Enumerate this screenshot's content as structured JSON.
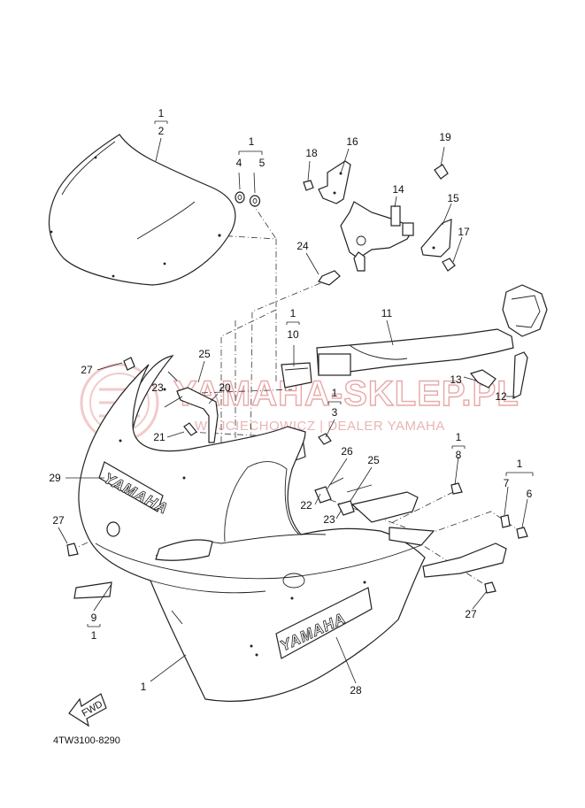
{
  "diagram": {
    "code": "4TW3100-8290",
    "fwd_arrow": "FWD",
    "logo_text_1": "YAMAHA",
    "logo_text_2": "YAMAHA",
    "watermark": {
      "main": "YAMAHA-SKLEP.PL",
      "sub": "WOJCIECHOWICZ | DEALER YAMAHA",
      "color": "#e07070"
    }
  },
  "callouts": {
    "c1a_top": "1",
    "c1a_bot": "2",
    "c1b_top": "1",
    "c1b_l": "4",
    "c1b_r": "5",
    "c18": "18",
    "c16": "16",
    "c19": "19",
    "c14": "14",
    "c15": "15",
    "c17": "17",
    "c24": "24",
    "c10_top": "1",
    "c10_bot": "10",
    "c11": "11",
    "c27a": "27",
    "c25a": "25",
    "c20": "20",
    "c23a": "23",
    "c21": "21",
    "c3_top": "1",
    "c3_bot": "3",
    "c13": "13",
    "c12": "12",
    "c8_top": "1",
    "c8_bot": "8",
    "c29": "29",
    "c26": "26",
    "c25b": "25",
    "c7g_top": "1",
    "c7": "7",
    "c6": "6",
    "c27b": "27",
    "c22": "22",
    "c23b": "23",
    "c9_top": "9",
    "c9_bot": "1",
    "c27c": "27",
    "c1_main": "1",
    "c28": "28"
  }
}
